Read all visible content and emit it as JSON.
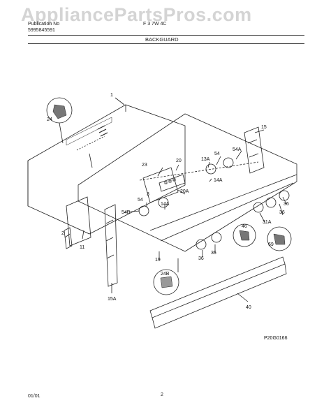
{
  "watermark": "AppliancePartsPros.com",
  "header": {
    "publication_label": "Publication No",
    "publication_number": "5995845591",
    "model_fragment": "F  3  7W 4C",
    "section_title": "BACKGUARD"
  },
  "callouts": {
    "c1": "1",
    "c2": "2",
    "c3": "3",
    "c11": "11",
    "c13a": "13A",
    "c14a_top": "14A",
    "c14a_mid": "14A",
    "c15": "15",
    "c15a": "15A",
    "c19": "19",
    "c20": "20",
    "c20a": "20A",
    "c23": "23",
    "c24": "24",
    "c24b": "24B",
    "c31a": "31A",
    "c36_a": "36",
    "c36_b": "36",
    "c36_c": "36",
    "c36_d": "36",
    "c40": "40",
    "c46": "46",
    "c54_a": "54",
    "c54_b": "54",
    "c54a": "54A",
    "c54b": "54B",
    "c69": "69"
  },
  "drawing_code": "P20G0166",
  "footer": {
    "date": "01/01",
    "page": "2"
  }
}
